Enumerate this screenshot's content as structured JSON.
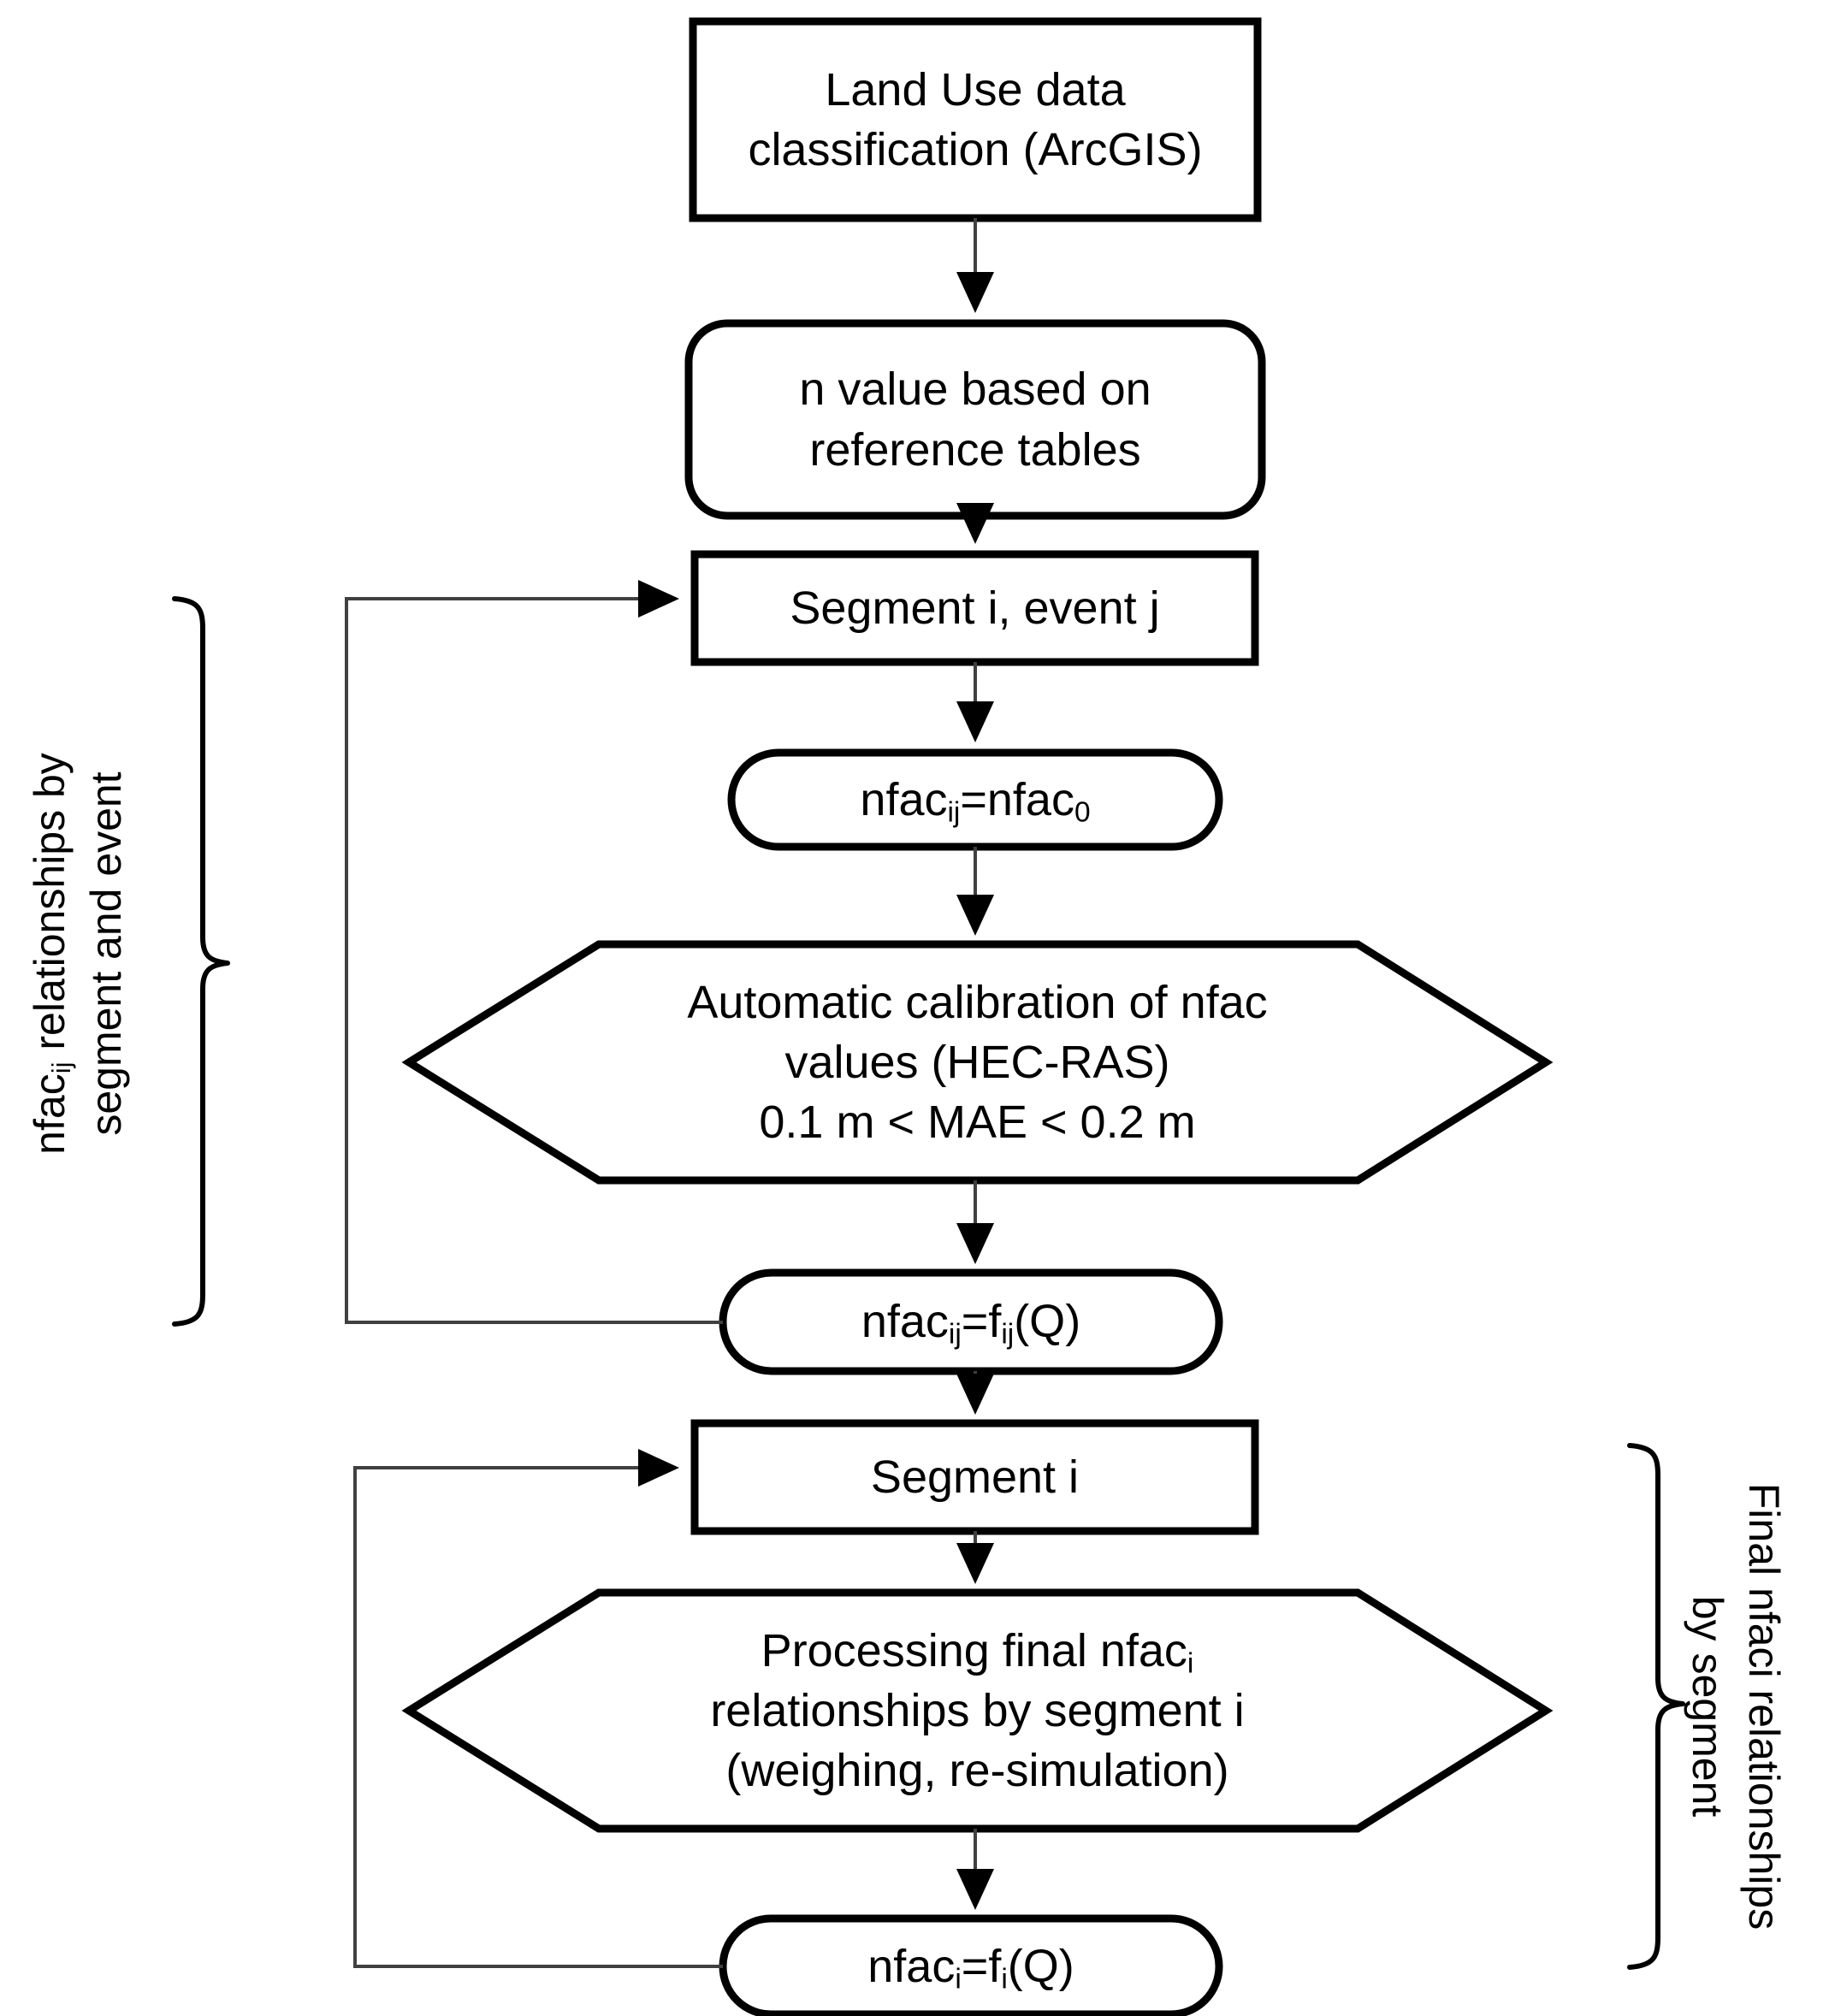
{
  "diagram": {
    "title": "Roughness calibration workflow flowchart",
    "background_color": "#ffffff",
    "line_color": "#000000",
    "connector_color": "#404040",
    "nodes": [
      {
        "id": "land-use",
        "shape": "rectangle",
        "lines": [
          "Land Use data",
          "classification (ArcGIS)"
        ]
      },
      {
        "id": "n-value",
        "shape": "rounded-rectangle",
        "lines": [
          "n value based on",
          "reference tables"
        ]
      },
      {
        "id": "segment-event",
        "shape": "rectangle",
        "lines": [
          "Segment i, event j"
        ]
      },
      {
        "id": "nfac-init",
        "shape": "stadium",
        "lines": [
          "nfac<sub>ij</sub>=nfac<sub>0</sub>"
        ],
        "plain": "nfacij=nfac0"
      },
      {
        "id": "auto-calibration",
        "shape": "hexagon",
        "lines": [
          "Automatic calibration of nfac",
          "values (HEC-RAS)",
          "0.1 m &lt; MAE &lt; 0.2 m"
        ],
        "plain": "Automatic calibration of nfac values (HEC-RAS) 0.1 m < MAE < 0.2 m"
      },
      {
        "id": "nfac-ij-fn",
        "shape": "stadium",
        "lines": [
          "nfac<sub>ij</sub>=f<sub>ij</sub>(Q)"
        ],
        "plain": "nfacij=fij(Q)"
      },
      {
        "id": "segment-i",
        "shape": "rectangle",
        "lines": [
          "Segment i"
        ]
      },
      {
        "id": "processing-final",
        "shape": "hexagon",
        "lines": [
          "Processing final nfac<sub>i</sub>",
          "relationships by segment i",
          "(weighing, re-simulation)"
        ],
        "plain": "Processing final nfaci relationships by segment i (weighing, re-simulation)"
      },
      {
        "id": "nfac-i-fn",
        "shape": "stadium",
        "lines": [
          "nfac<sub>i</sub>=f<sub>i</sub>(Q)"
        ],
        "plain": "nfaci=fi(Q)"
      }
    ],
    "annotations": [
      {
        "id": "left-brace-label",
        "side": "left",
        "orientation": "rotated-90-ccw",
        "lines": [
          "nfac<sub>ij</sub>  relationships by",
          "segment and event"
        ],
        "plain": "nfacij relationships by segment and event"
      },
      {
        "id": "right-brace-label",
        "side": "right",
        "orientation": "rotated-90-cw",
        "lines": [
          "Final nfaci  relationships",
          "by segment"
        ],
        "plain": "Final nfaci relationships by segment"
      }
    ],
    "edges": [
      {
        "from": "land-use",
        "to": "n-value",
        "kind": "arrow-down"
      },
      {
        "from": "n-value",
        "to": "segment-event",
        "kind": "arrow-down"
      },
      {
        "from": "segment-event",
        "to": "nfac-init",
        "kind": "arrow-down"
      },
      {
        "from": "nfac-init",
        "to": "auto-calibration",
        "kind": "arrow-down"
      },
      {
        "from": "auto-calibration",
        "to": "nfac-ij-fn",
        "kind": "arrow-down"
      },
      {
        "from": "nfac-ij-fn",
        "to": "segment-event",
        "kind": "feedback-loop-left"
      },
      {
        "from": "nfac-ij-fn",
        "to": "segment-i",
        "kind": "arrow-down"
      },
      {
        "from": "segment-i",
        "to": "processing-final",
        "kind": "arrow-down"
      },
      {
        "from": "processing-final",
        "to": "nfac-i-fn",
        "kind": "arrow-down"
      },
      {
        "from": "nfac-i-fn",
        "to": "segment-i",
        "kind": "feedback-loop-left"
      }
    ]
  }
}
